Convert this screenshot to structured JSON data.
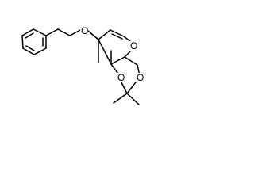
{
  "structure": {
    "atom_labels": {
      "o_ether": "O",
      "o_pyran": "O",
      "o_dioxane_left": "O",
      "o_dioxane_right": "O"
    },
    "colors": {
      "background": "#ffffff",
      "bond": "#000000",
      "label": "#000000"
    }
  }
}
